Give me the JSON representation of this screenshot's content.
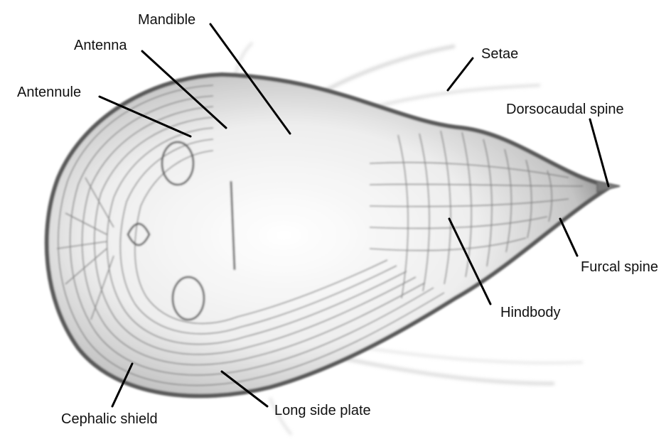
{
  "diagram": {
    "colors": {
      "background": "#ffffff",
      "ink": "#111111",
      "body_shade": "#8a8a8a",
      "body_light": "#f2f2f2",
      "leader": "#000000"
    },
    "labels": {
      "mandible": "Mandible",
      "antenna": "Antenna",
      "setae": "Setae",
      "antennule": "Antennule",
      "dorsocaudal_spine": "Dorsocaudal spine",
      "furcal_spine": "Furcal spine",
      "hindbody": "Hindbody",
      "cephalic_shield": "Cephalic shield",
      "long_side_plate": "Long side plate"
    }
  }
}
